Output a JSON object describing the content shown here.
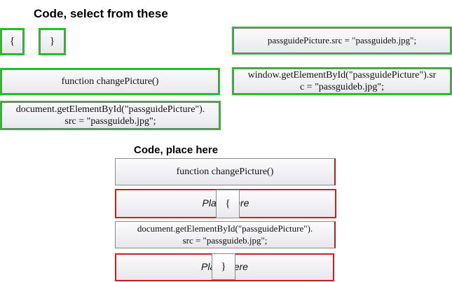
{
  "headings": {
    "source": "Code, select from these",
    "target": "Code, place here"
  },
  "source_tiles": {
    "open_brace": "{",
    "close_brace": "}",
    "passguide_src": "passguidePicture.src = \"passguideb.jpg\";",
    "function_decl": "function changePicture()",
    "window_get": "window.getElementById(\"passguidePicture\").sr\nc = \"passguideb.jpg\";",
    "document_get": "document.getElementById(\"passguidePicture\").\nsrc = \"passguideb.jpg\";"
  },
  "target_slots": {
    "slot1": "function changePicture()",
    "slot2_placeholder": "Place here",
    "slot2_chip": "{",
    "slot3": "document.getElementById(\"passguidePicture\").\nsrc = \"passguideb.jpg\";",
    "slot4_placeholder": "Place here",
    "slot4_chip": "}"
  },
  "colors": {
    "source_border": "#22c322",
    "target_border": "#d21e1e"
  }
}
